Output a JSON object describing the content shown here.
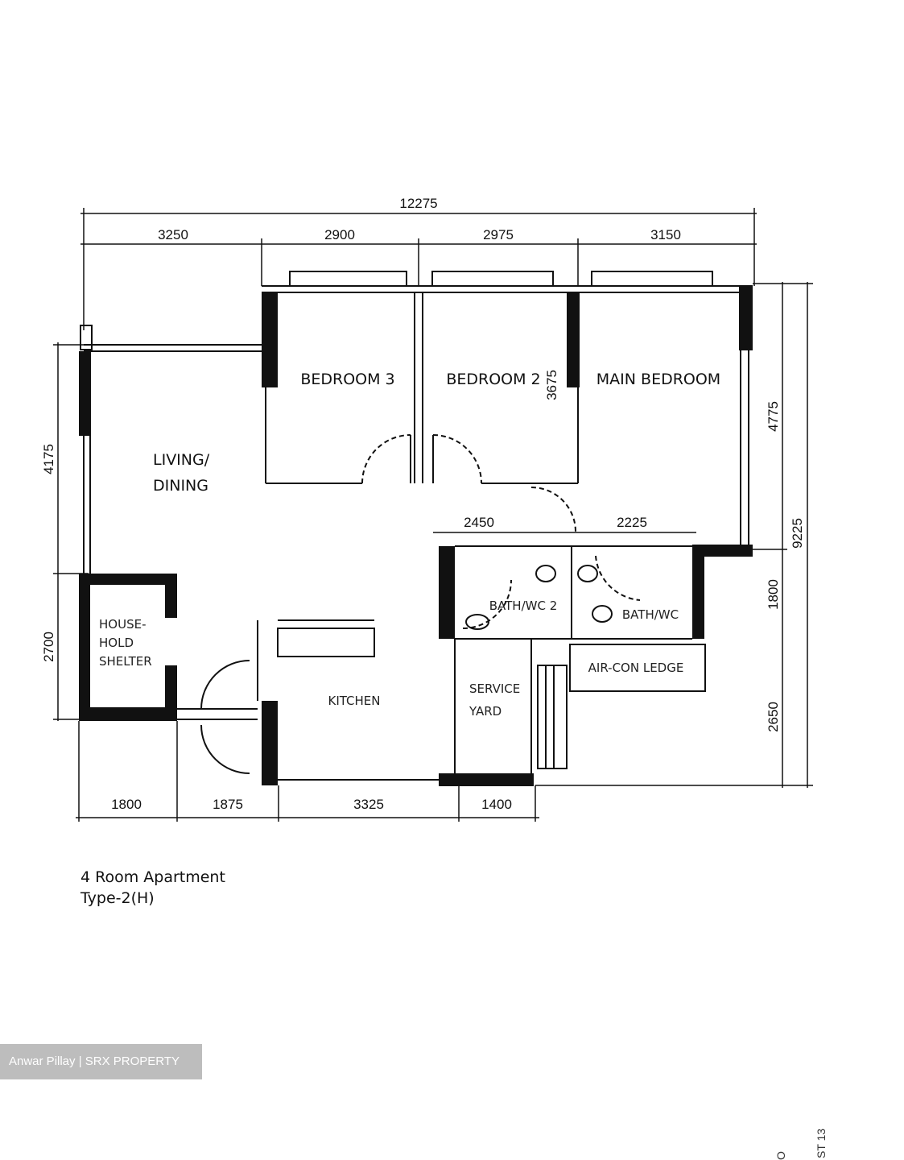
{
  "plan": {
    "title": "4 Room Apartment",
    "subtitle": "Type-2(H)",
    "overall_width": "12275",
    "top_dimensions": [
      "3250",
      "2900",
      "2975",
      "3150"
    ],
    "bottom_dimensions": [
      "1800",
      "1875",
      "3325",
      "1400"
    ],
    "left_dimensions": [
      "4175",
      "2700"
    ],
    "right_dimensions": {
      "upper": "4775",
      "middle": "1800",
      "lower": "2650",
      "overall": "9225"
    },
    "bedroom2_depth": "3675",
    "bath_dimensions": [
      "2450",
      "2225"
    ],
    "rooms": {
      "bedroom3": "BEDROOM 3",
      "bedroom2": "BEDROOM 2",
      "main_bedroom": "MAIN BEDROOM",
      "living_line1": "LIVING/",
      "living_line2": "DINING",
      "bath2": "BATH/WC 2",
      "bath1": "BATH/WC",
      "aircon": "AIR-CON LEDGE",
      "service_line1": "SERVICE",
      "service_line2": "YARD",
      "kitchen": "KITCHEN",
      "shelter_line1": "HOUSE-",
      "shelter_line2": "HOLD",
      "shelter_line3": "SHELTER"
    }
  },
  "watermark": "Anwar Pillay | SRX PROPERTY",
  "corner_labels": [
    "ST 13",
    "O"
  ]
}
